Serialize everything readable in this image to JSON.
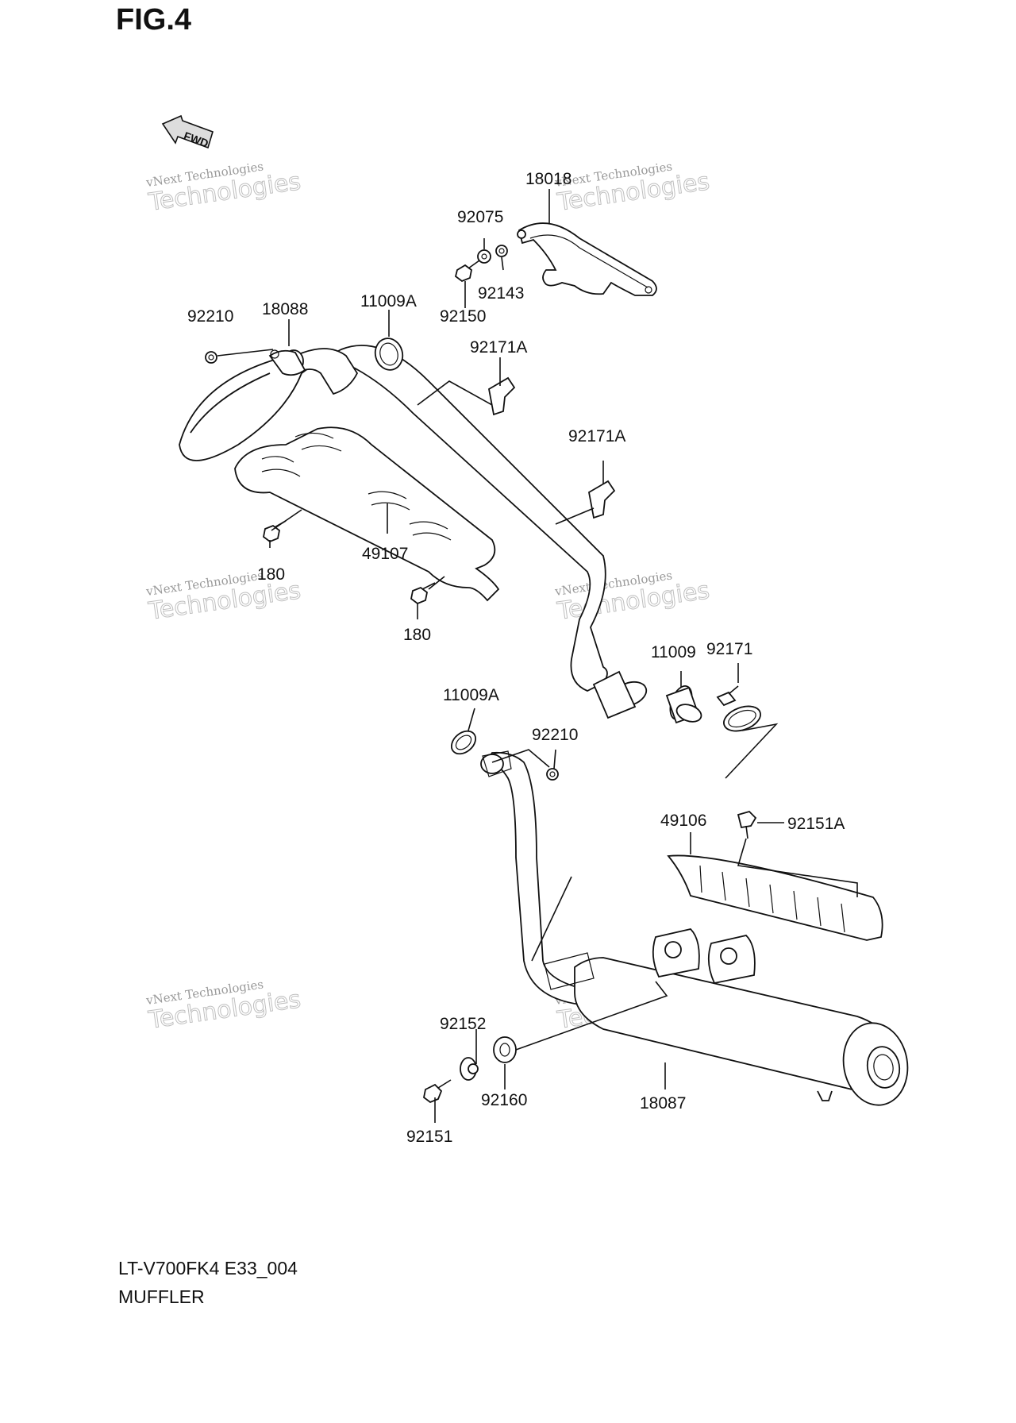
{
  "figure_title": "FIG.4",
  "fwd_label": "FWD",
  "model_code": "LT-V700FK4 E33_004",
  "diagram_name": "MUFFLER",
  "watermark": {
    "line1": "vNext Technologies",
    "line2": "vNext",
    "line3": "Technologies"
  },
  "part_labels": [
    {
      "id": "p18018",
      "text": "18018"
    },
    {
      "id": "p92075",
      "text": "92075"
    },
    {
      "id": "p92143",
      "text": "92143"
    },
    {
      "id": "p92150",
      "text": "92150"
    },
    {
      "id": "p92210a",
      "text": "92210"
    },
    {
      "id": "p18088",
      "text": "18088"
    },
    {
      "id": "p11009Aa",
      "text": "11009A"
    },
    {
      "id": "p92171Aa",
      "text": "92171A"
    },
    {
      "id": "p92171Ab",
      "text": "92171A"
    },
    {
      "id": "p180a",
      "text": "180"
    },
    {
      "id": "p49107",
      "text": "49107"
    },
    {
      "id": "p180b",
      "text": "180"
    },
    {
      "id": "p11009",
      "text": "11009"
    },
    {
      "id": "p92171",
      "text": "92171"
    },
    {
      "id": "p11009Ab",
      "text": "11009A"
    },
    {
      "id": "p92210b",
      "text": "92210"
    },
    {
      "id": "p49106",
      "text": "49106"
    },
    {
      "id": "p92151A",
      "text": "92151A"
    },
    {
      "id": "p92152",
      "text": "92152"
    },
    {
      "id": "p92160",
      "text": "92160"
    },
    {
      "id": "p18087",
      "text": "18087"
    },
    {
      "id": "p92151",
      "text": "92151"
    }
  ]
}
